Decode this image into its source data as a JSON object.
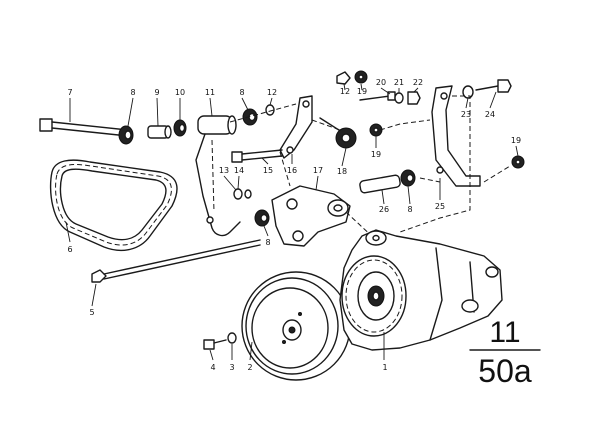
{
  "group": {
    "top": "11",
    "bottom": "50a"
  },
  "callouts": {
    "c1": "1",
    "c2": "2",
    "c3": "3",
    "c4": "4",
    "c5": "5",
    "c6": "6",
    "c7": "7",
    "c8a": "8",
    "c8b": "8",
    "c8c": "8",
    "c8d": "8",
    "c9": "9",
    "c10": "10",
    "c11": "11",
    "c12a": "12",
    "c12b": "12",
    "c13": "13",
    "c14": "14",
    "c15": "15",
    "c16": "16",
    "c17": "17",
    "c18": "18",
    "c19a": "19",
    "c19b": "19",
    "c19c": "19",
    "c20": "20",
    "c21": "21",
    "c22": "22",
    "c23": "23",
    "c24": "24",
    "c25": "25",
    "c26": "26"
  }
}
